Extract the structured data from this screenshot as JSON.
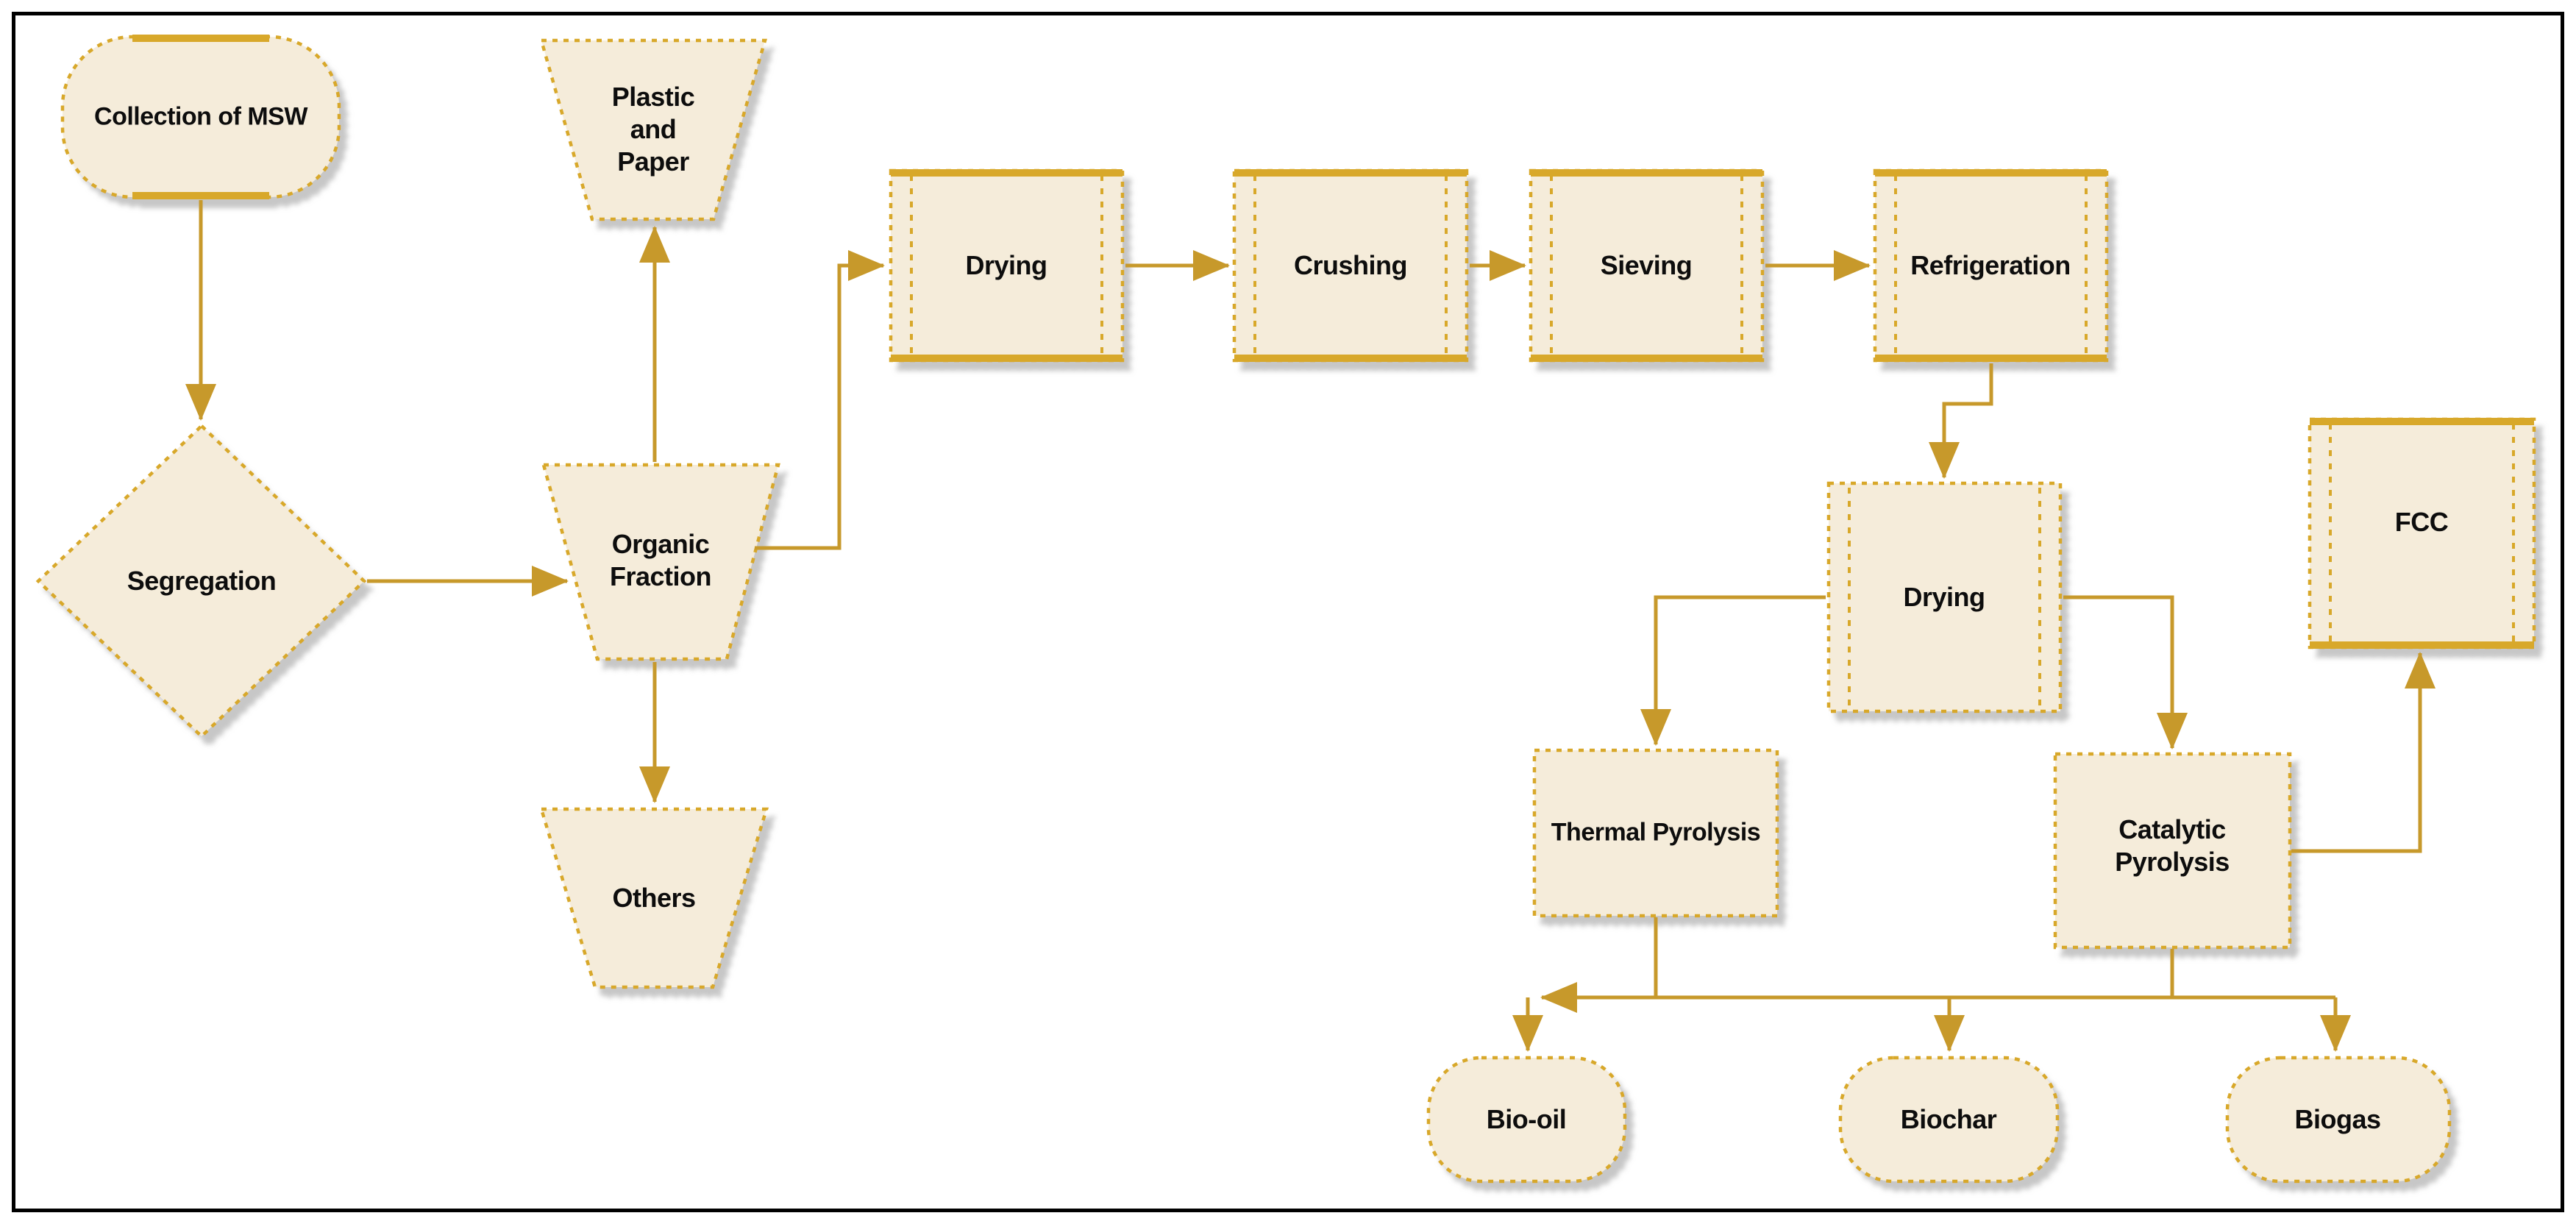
{
  "colors": {
    "shape_fill": "#f5ecda",
    "shape_border": "#d8a82c",
    "arrow": "#c7992b",
    "text": "#0d0d0d",
    "frame": "#000000",
    "background": "#ffffff"
  },
  "nodes": {
    "collection": {
      "label": "Collection of MSW",
      "shape": "terminator"
    },
    "segregation": {
      "label": "Segregation",
      "shape": "decision"
    },
    "plastic_paper": {
      "label": "Plastic\nand\nPaper",
      "shape": "manual-operation"
    },
    "organic_fraction": {
      "label": "Organic\nFraction",
      "shape": "manual-operation"
    },
    "others": {
      "label": "Others",
      "shape": "manual-operation"
    },
    "drying1": {
      "label": "Drying",
      "shape": "predefined-process"
    },
    "crushing": {
      "label": "Crushing",
      "shape": "predefined-process"
    },
    "sieving": {
      "label": "Sieving",
      "shape": "predefined-process"
    },
    "refrigeration": {
      "label": "Refrigeration",
      "shape": "predefined-process"
    },
    "drying2": {
      "label": "Drying",
      "shape": "predefined-process"
    },
    "thermal_pyrolysis": {
      "label": "Thermal Pyrolysis",
      "shape": "process"
    },
    "catalytic_pyrolysis": {
      "label": "Catalytic\nPyrolysis",
      "shape": "process"
    },
    "fcc": {
      "label": "FCC",
      "shape": "predefined-process"
    },
    "bio_oil": {
      "label": "Bio-oil",
      "shape": "terminator"
    },
    "biochar": {
      "label": "Biochar",
      "shape": "terminator"
    },
    "biogas": {
      "label": "Biogas",
      "shape": "terminator"
    }
  },
  "edges": [
    {
      "from": "collection",
      "to": "segregation"
    },
    {
      "from": "segregation",
      "to": "organic_fraction"
    },
    {
      "from": "organic_fraction",
      "to": "plastic_paper"
    },
    {
      "from": "organic_fraction",
      "to": "others"
    },
    {
      "from": "organic_fraction",
      "to": "drying1"
    },
    {
      "from": "drying1",
      "to": "crushing"
    },
    {
      "from": "crushing",
      "to": "sieving"
    },
    {
      "from": "sieving",
      "to": "refrigeration"
    },
    {
      "from": "refrigeration",
      "to": "drying2"
    },
    {
      "from": "drying2",
      "to": "thermal_pyrolysis"
    },
    {
      "from": "drying2",
      "to": "catalytic_pyrolysis"
    },
    {
      "from": "catalytic_pyrolysis",
      "to": "fcc"
    },
    {
      "from": "thermal_pyrolysis",
      "to": "bio_oil"
    },
    {
      "from": "thermal_pyrolysis",
      "to": "biochar"
    },
    {
      "from": "thermal_pyrolysis",
      "to": "biogas"
    },
    {
      "from": "catalytic_pyrolysis",
      "to": "bio_oil"
    },
    {
      "from": "catalytic_pyrolysis",
      "to": "biochar"
    },
    {
      "from": "catalytic_pyrolysis",
      "to": "biogas"
    }
  ]
}
